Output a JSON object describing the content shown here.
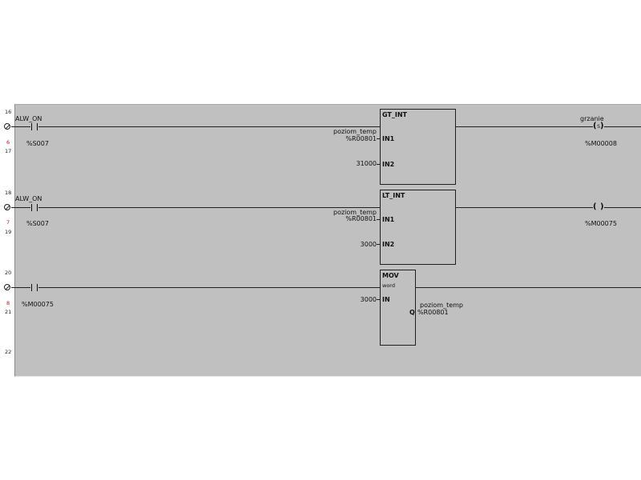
{
  "rungs": [
    {
      "line_top": "16",
      "line_bottom": "17",
      "rung_number": "6",
      "contact": {
        "label": "ALW_ON",
        "address": "%S007"
      },
      "block": {
        "name": "GT_INT",
        "subtype": "",
        "in1_label": "poziom_temp",
        "in1_address": "%R00801",
        "in1_pin": "IN1",
        "in2_value": "31000",
        "in2_pin": "IN2"
      },
      "coil": {
        "label": "grzanie",
        "symbol": "S",
        "address": "%M00008"
      }
    },
    {
      "line_top": "18",
      "line_bottom": "19",
      "rung_number": "7",
      "contact": {
        "label": "ALW_ON",
        "address": "%S007"
      },
      "block": {
        "name": "LT_INT",
        "subtype": "",
        "in1_label": "poziom_temp",
        "in1_address": "%R00801",
        "in1_pin": "IN1",
        "in2_value": "3000",
        "in2_pin": "IN2"
      },
      "coil": {
        "label": "",
        "symbol": "",
        "address": "%M00075"
      }
    },
    {
      "line_top": "20",
      "line_bottom": "21",
      "rung_number": "8",
      "contact": {
        "label": "",
        "address": "%M00075"
      },
      "block": {
        "name": "MOV",
        "subtype": "word",
        "in_value": "3000",
        "in_pin": "IN",
        "q_pin": "Q",
        "q_label": "poziom_temp",
        "q_address": "%R00801"
      }
    }
  ],
  "trailing_line": "22"
}
